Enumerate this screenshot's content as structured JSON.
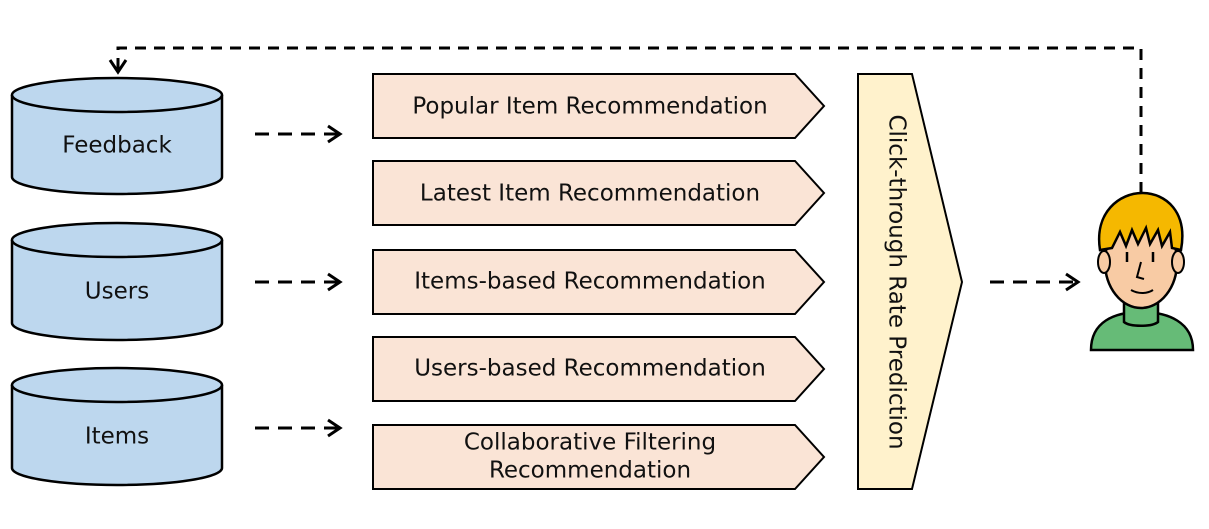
{
  "databases": [
    {
      "id": "feedback",
      "label": "Feedback"
    },
    {
      "id": "users",
      "label": "Users"
    },
    {
      "id": "items",
      "label": "Items"
    }
  ],
  "recommenders": [
    {
      "id": "popular",
      "lines": [
        "Popular Item Recommendation"
      ]
    },
    {
      "id": "latest",
      "lines": [
        "Latest Item Recommendation"
      ]
    },
    {
      "id": "items-based",
      "lines": [
        "Items-based Recommendation"
      ]
    },
    {
      "id": "users-based",
      "lines": [
        "Users-based Recommendation"
      ]
    },
    {
      "id": "collaborative",
      "lines": [
        "Collaborative Filtering",
        "Recommendation"
      ]
    }
  ],
  "ctr": {
    "label": "Click-through Rate Prediction"
  },
  "colors": {
    "database_fill": "#bdd7ee",
    "recommender_fill": "#fae4d6",
    "ctr_fill": "#fff2cc",
    "hair": "#f5b800",
    "face": "#f8cba4",
    "shirt": "#66bb77",
    "stroke": "#000000"
  },
  "icons": {
    "user": "user-avatar-icon"
  }
}
